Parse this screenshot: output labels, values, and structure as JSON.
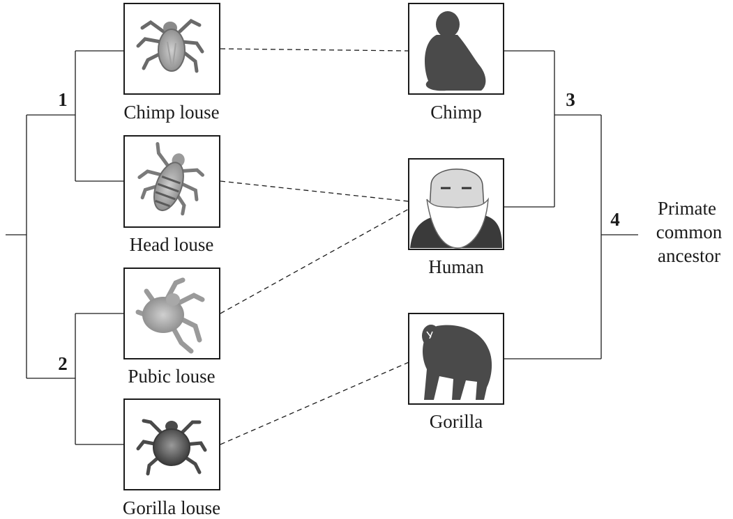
{
  "lice": [
    {
      "label": "Chimp louse",
      "icon": "chimp-louse-icon"
    },
    {
      "label": "Head louse",
      "icon": "head-louse-icon"
    },
    {
      "label": "Pubic louse",
      "icon": "pubic-louse-icon"
    },
    {
      "label": "Gorilla louse",
      "icon": "gorilla-louse-icon"
    }
  ],
  "hosts": [
    {
      "label": "Chimp",
      "icon": "chimp-icon"
    },
    {
      "label": "Human",
      "icon": "human-icon"
    },
    {
      "label": "Gorilla",
      "icon": "gorilla-icon"
    }
  ],
  "nodes": [
    "1",
    "2",
    "3",
    "4"
  ],
  "ancestor": {
    "line1": "Primate",
    "line2": "common",
    "line3": "ancestor"
  },
  "links": [
    {
      "from": "Chimp louse",
      "to": "Chimp"
    },
    {
      "from": "Head louse",
      "to": "Human"
    },
    {
      "from": "Pubic louse",
      "to": "Human"
    },
    {
      "from": "Gorilla louse",
      "to": "Gorilla"
    }
  ],
  "colors": {
    "line": "#1a1a1a",
    "silhouette": "#4a4a4a",
    "louse_light": "#9a9a9a",
    "louse_dark": "#5a5a5a"
  }
}
